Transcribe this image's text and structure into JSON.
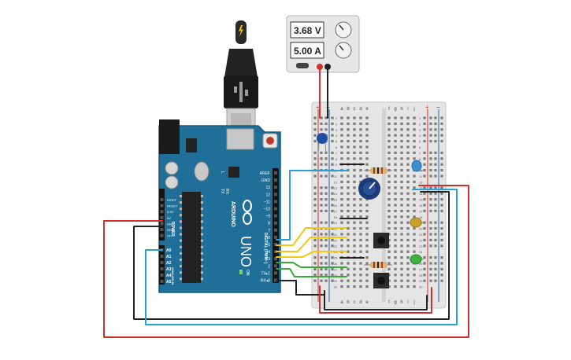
{
  "power_supply": {
    "voltage_readout": "3.68 V",
    "current_readout": "5.00 A"
  },
  "arduino": {
    "model": "UNO",
    "brand": "ARDUINO",
    "on_label": "ON",
    "tx_label": "TX",
    "rx_label": "RX",
    "l_label": "L",
    "digital_header_label": "DIGITAL (PWM~)",
    "power_header_label": "POWER",
    "analog_header_label": "ANALOG IN",
    "digital_pins": [
      "AREF",
      "GND",
      "13",
      "12",
      "~11",
      "~10",
      "~9",
      "8",
      "7",
      "~6",
      "~5",
      "4",
      "~3",
      "2",
      "TX▸1",
      "RX◂0"
    ],
    "power_pins": [
      "IOREF",
      "RESET",
      "3.3V",
      "5V",
      "GND",
      "GND",
      "Vin"
    ],
    "analog_pins": [
      "A0",
      "A1",
      "A2",
      "A3",
      "A4",
      "A5"
    ]
  },
  "breadboard": {
    "column_letters_left": [
      "a",
      "b",
      "c",
      "d",
      "e"
    ],
    "column_letters_right": [
      "f",
      "g",
      "h",
      "i",
      "j"
    ],
    "rail_plus": "+",
    "rail_minus": "−",
    "row_numbers": [
      "1",
      "2",
      "3",
      "4",
      "5",
      "6",
      "7",
      "8",
      "9",
      "10",
      "11",
      "12",
      "13",
      "14",
      "15",
      "16",
      "17",
      "18",
      "19",
      "20",
      "21",
      "22",
      "23",
      "24",
      "25",
      "26",
      "27",
      "28",
      "29",
      "30"
    ]
  },
  "colors": {
    "board_blue": "#1f6f98",
    "wire_red": "#d0312d",
    "wire_black": "#222222",
    "wire_blue": "#2a9fd6",
    "wire_yellow": "#f2c811",
    "wire_green": "#3aa83a",
    "led_blue": "#3b8fcf",
    "led_yellow": "#c9a227",
    "led_green": "#3cb043"
  }
}
